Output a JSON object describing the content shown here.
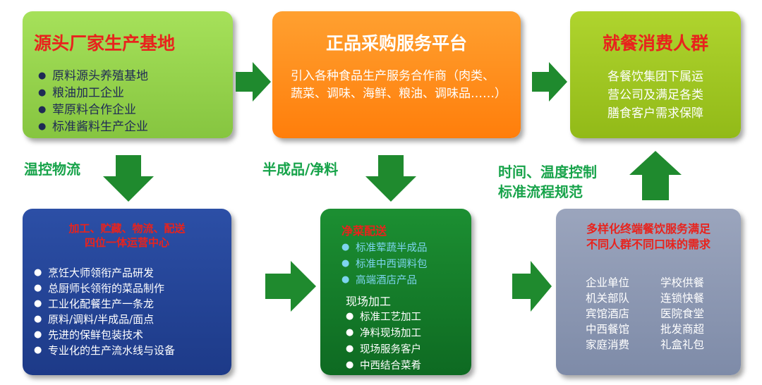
{
  "source": {
    "title": "源头厂家生产基地",
    "items": [
      "原料源头养殖基地",
      "粮油加工企业",
      "荤原料合作企业",
      "标准酱料生产企业"
    ]
  },
  "platform": {
    "title": "正品采购服务平台",
    "description": "引入各种食品生产服务合作商（肉类、蔬菜、调味、海鲜、粮油、调味品……）"
  },
  "consumer": {
    "title": "就餐消费人群",
    "lines": [
      "各餐饮集团下属运",
      "营公司及满足各类",
      "膳食客户需求保障"
    ]
  },
  "center": {
    "title_line1": "加工、贮藏、物流、配送",
    "title_line2": "四位一体运营中心",
    "items": [
      "烹饪大师领衔产品研发",
      "总厨师长领衔的菜品制作",
      "工业化配餐生产一条龙",
      "原料/调料/半成品/面点",
      "先进的保鲜包装技术",
      "专业化的生产流水线与设备"
    ]
  },
  "delivery": {
    "title": "净菜配送",
    "cold_items": [
      "标准荤蔬半成品",
      "标准中西调料包",
      "高端酒店产品"
    ],
    "site_title": "现场加工",
    "site_items": [
      "标准工艺加工",
      "净料现场加工",
      "现场服务客户",
      "中西结合菜肴"
    ]
  },
  "service": {
    "title_line1": "多样化终端餐饮服务满足",
    "title_line2": "不同人群不同口味的需求",
    "left": [
      "企业单位",
      "机关部队",
      "宾馆酒店",
      "中西餐馆",
      "家庭消费"
    ],
    "right": [
      "学校供餐",
      "连锁快餐",
      "医院食堂",
      "批发商超",
      "礼盒礼包"
    ]
  },
  "labels": {
    "logistics": "温控物流",
    "semi": "半成品/净料",
    "control_line1": "时间、温度控制",
    "control_line2": "标准流程规范"
  },
  "colors": {
    "arrow": "#1f8a2e",
    "label_green": "#17a34a",
    "title_red": "#e8231d"
  }
}
